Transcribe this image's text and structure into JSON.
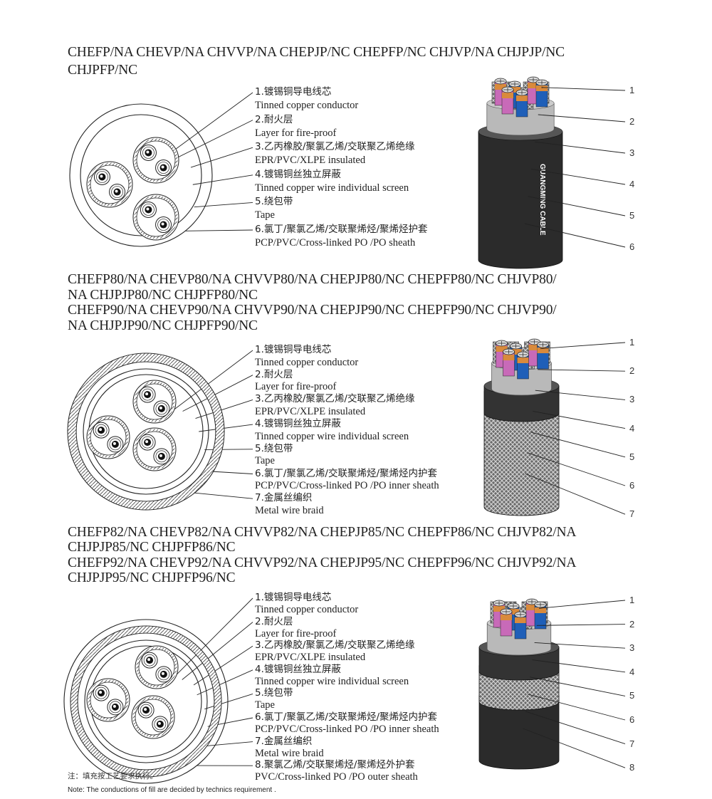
{
  "sections": [
    {
      "titles": [
        "CHEFP/NA CHEVP/NA CHVVP/NA CHEPJP/NC CHEPFP/NC CHJVP/NA CHJPJP/NC",
        "CHJPFP/NC"
      ],
      "items": [
        {
          "zh": "1.镀锡铜导电线芯",
          "en": "Tinned copper conductor"
        },
        {
          "zh": "2.耐火层",
          "en": "Layer for fire-proof"
        },
        {
          "zh": "3.乙丙橡胶/聚氯乙烯/交联聚乙烯绝缘",
          "en": "EPR/PVC/XLPE insulated"
        },
        {
          "zh": "4.镀锡铜丝独立屏蔽",
          "en": "Tinned copper wire individual screen"
        },
        {
          "zh": "5.绕包带",
          "en": "Tape"
        },
        {
          "zh": "6.氯丁/聚氯乙烯/交联聚烯烃/聚烯烃护套",
          "en": "PCP/PVC/Cross-linked PO /PO sheath"
        }
      ],
      "numbers": [
        "1",
        "2",
        "3",
        "4",
        "5",
        "6"
      ],
      "brand": "GUANGMING CABLE"
    },
    {
      "titles": [
        "CHEFP80/NA CHEVP80/NA CHVVP80/NA CHEPJP80/NC CHEPFP80/NC CHJVP80/",
        "NA CHJPJP80/NC CHJPFP80/NC",
        "CHEFP90/NA CHEVP90/NA CHVVP90/NA CHEPJP90/NC CHEPFP90/NC CHJVP90/",
        "NA CHJPJP90/NC CHJPFP90/NC"
      ],
      "items": [
        {
          "zh": "1.镀锡铜导电线芯",
          "en": "Tinned copper conductor"
        },
        {
          "zh": "2.耐火层",
          "en": "Layer for fire-proof"
        },
        {
          "zh": "3.乙丙橡胶/聚氯乙烯/交联聚乙烯绝缘",
          "en": "EPR/PVC/XLPE insulated"
        },
        {
          "zh": "4.镀锡铜丝独立屏蔽",
          "en": "Tinned copper wire individual screen"
        },
        {
          "zh": "5.绕包带",
          "en": "Tape"
        },
        {
          "zh": "6.氯丁/聚氯乙烯/交联聚烯烃/聚烯烃内护套",
          "en": "PCP/PVC/Cross-linked PO /PO inner sheath"
        },
        {
          "zh": "7.金属丝编织",
          "en": "Metal wire braid"
        }
      ],
      "numbers": [
        "1",
        "2",
        "3",
        "4",
        "5",
        "6",
        "7"
      ]
    },
    {
      "titles": [
        "CHEFP82/NA CHEVP82/NA CHVVP82/NA CHEPJP85/NC CHEPFP86/NC CHJVP82/NA",
        "CHJPJP85/NC CHJPFP86/NC",
        "CHEFP92/NA CHEVP92/NA CHVVP92/NA CHEPJP95/NC CHEPFP96/NC CHJVP92/NA",
        "CHJPJP95/NC CHJPFP96/NC"
      ],
      "items": [
        {
          "zh": "1.镀锡铜导电线芯",
          "en": "Tinned copper conductor"
        },
        {
          "zh": "2.耐火层",
          "en": "Layer for fire-proof"
        },
        {
          "zh": "3.乙丙橡胶/聚氯乙烯/交联聚乙烯绝缘",
          "en": "EPR/PVC/XLPE insulated"
        },
        {
          "zh": "4.镀锡铜丝独立屏蔽",
          "en": "Tinned copper wire individual screen"
        },
        {
          "zh": "5.绕包带",
          "en": "Tape"
        },
        {
          "zh": "6.氯丁/聚氯乙烯/交联聚烯烃/聚烯烃内护套",
          "en": "PCP/PVC/Cross-linked PO /PO inner sheath"
        },
        {
          "zh": "7.金属丝编织",
          "en": "Metal wire braid"
        },
        {
          "zh": "8.聚氯乙烯/交联聚烯烃/聚烯烃外护套",
          "en": "PVC/Cross-linked PO /PO outer sheath"
        }
      ],
      "numbers": [
        "1",
        "2",
        "3",
        "4",
        "5",
        "6",
        "7",
        "8"
      ]
    }
  ],
  "note": {
    "zh": "注：填充按工艺要求执行。",
    "en": "Note: The conductions of fill are decided by technics requirement ."
  },
  "colors": {
    "ink": "#222222",
    "sheath": "#2b2b2b",
    "tape": "#b9b9b9",
    "core_blue": "#1f5fb8",
    "core_pink": "#c86ab8",
    "core_orange": "#d98a3c"
  }
}
